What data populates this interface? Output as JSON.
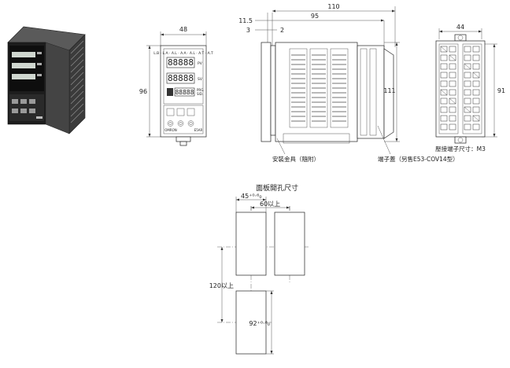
{
  "front_view": {
    "width_dim": "48",
    "height_dim": "96",
    "display_row_label": "L.B · L.A · A.L · A.A · A.L · A.T · A.T",
    "pv_label": "PV",
    "sv_label": "SV",
    "prg_label": "PRG.",
    "sid_label": "SID.",
    "rows": [
      "88888",
      "88888",
      "88888"
    ],
    "foot_label": "E5AR",
    "key_label": "OMRON"
  },
  "side_view": {
    "total_dim": "110",
    "depth_dim": "95",
    "bezel_dim": "11.5",
    "dim_3": "3",
    "dim_2": "2",
    "height_dim": "111",
    "mount_label": "安裝金具（隨附）",
    "terminal_cover_label": "端子蓋（另售E53-COV14型）"
  },
  "rear_view": {
    "width_dim": "44",
    "height_dim": "91",
    "screw_label": "壓接端子尺寸：M3"
  },
  "panel_cutout": {
    "title": "面板開孔尺寸",
    "width_tol": "45⁺⁰·⁶₀",
    "pitch_label": "60以上",
    "vertical_pitch_label": "120以上",
    "height_tol": "92⁺⁰·⁸₀"
  }
}
